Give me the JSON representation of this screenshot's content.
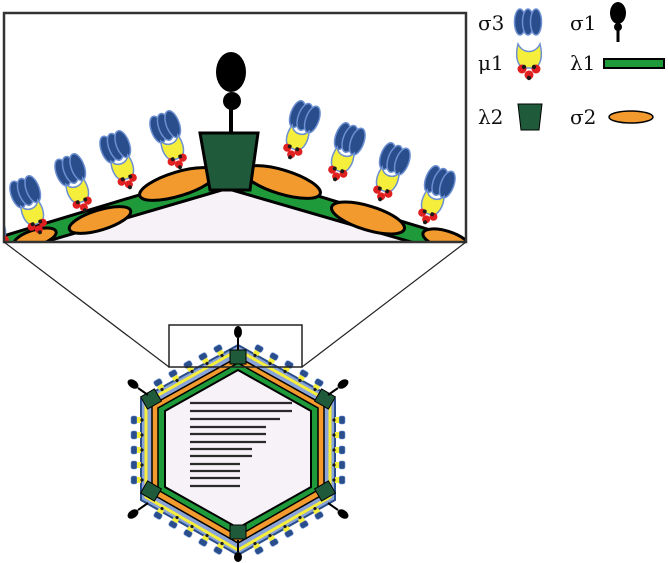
{
  "legend": [
    {
      "symbol": "σ3",
      "icon": "sigma3-icon"
    },
    {
      "symbol": "σ1",
      "icon": "sigma1-icon"
    },
    {
      "symbol": "μ1",
      "icon": "mu1-icon"
    },
    {
      "symbol": "λ1",
      "icon": "lambda1-icon"
    },
    {
      "symbol": "λ2",
      "icon": "lambda2-icon"
    },
    {
      "symbol": "σ2",
      "icon": "sigma2-icon"
    }
  ],
  "colors": {
    "sigma3_fill": "#2a4e8c",
    "sigma3_stroke": "#6b8fd1",
    "mu1_yellow": "#f5ee3a",
    "mu1_red": "#e02020",
    "mu1_dot": "#1a1a1a",
    "lambda1_green": "#1f9a3a",
    "lambda2_darkgreen": "#1f5a3a",
    "sigma2_orange": "#f29a2e",
    "sigma1_black": "#000000",
    "core_interior": "#f7f2f7",
    "genome_lines": "#2a2a2a"
  }
}
